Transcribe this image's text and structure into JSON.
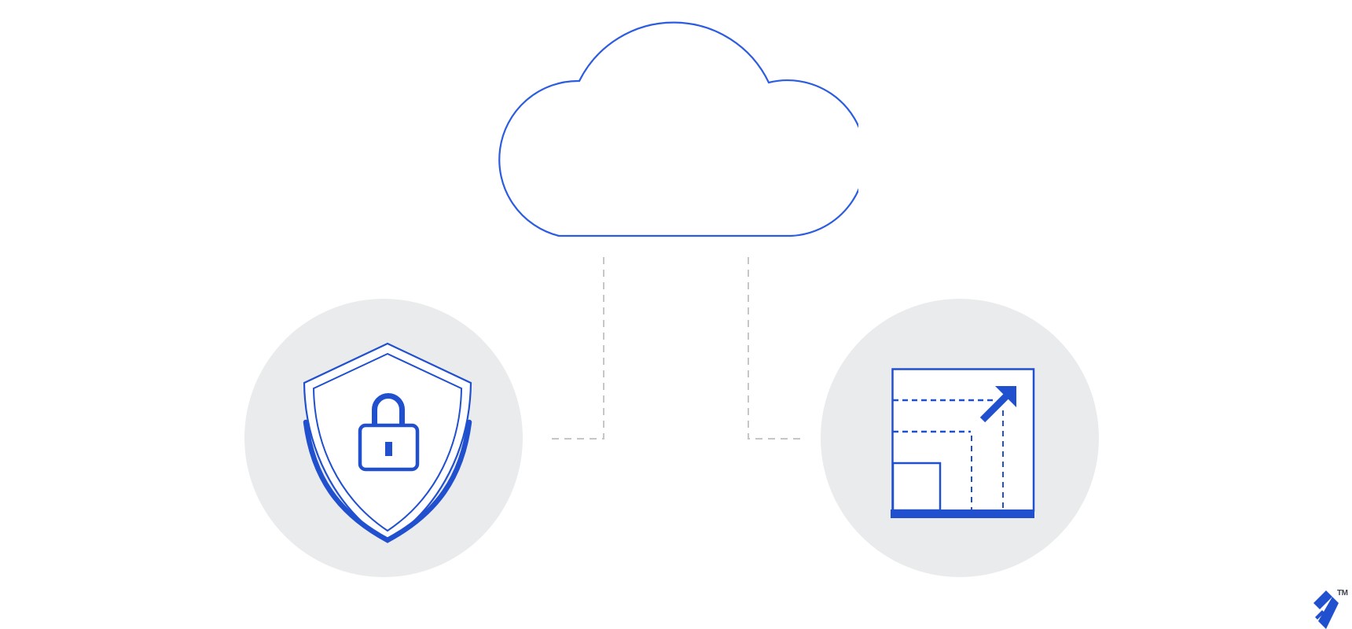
{
  "illustration": {
    "name": "cloud-scaling-and-security-diagram",
    "background": "#FFFFFF",
    "colors": {
      "brand_blue": "#2150CF",
      "outline_blue": "#2C5CE0",
      "circle_gray": "#EAEBEC",
      "connector_gray": "#C5C6C8",
      "trademark_text": "#3D4450"
    },
    "nodes": {
      "cloud": {
        "icon": "cloud-icon"
      },
      "left": {
        "icon": "shield-lock-icon",
        "meaning": "security"
      },
      "right": {
        "icon": "scale-expand-icon",
        "meaning": "scalability"
      }
    },
    "connectors": [
      {
        "from": "cloud",
        "to": "left",
        "style": "dashed-elbow"
      },
      {
        "from": "cloud",
        "to": "right",
        "style": "dashed-elbow"
      }
    ],
    "logo": {
      "name": "toptal-logomark",
      "trademark": "TM"
    }
  }
}
